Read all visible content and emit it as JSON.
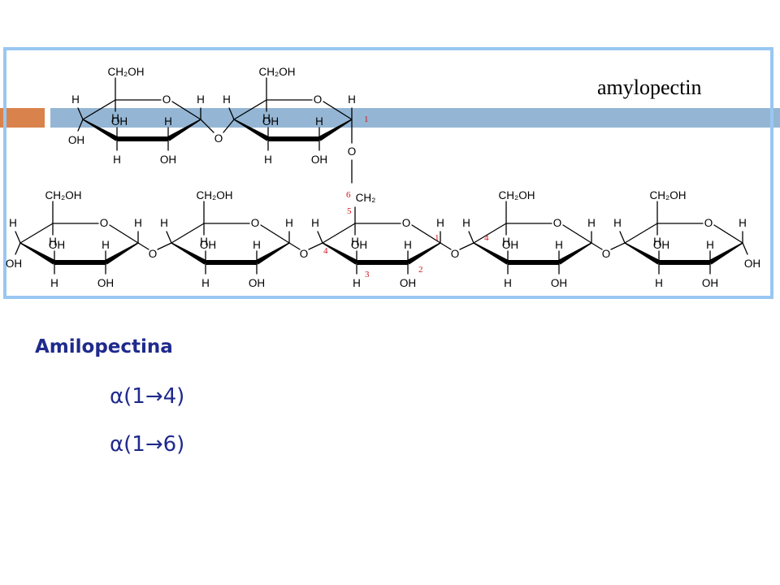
{
  "title": "Amilopectina",
  "molecule_label": "amylopectin",
  "linkages": [
    "α(1→4)",
    "α(1→6)"
  ],
  "atoms": {
    "ch2oh": "CH₂OH",
    "ch2": "CH₂",
    "oh": "OH",
    "h": "H",
    "o": "O"
  },
  "carbon_numbers": [
    "1",
    "6",
    "5",
    "4",
    "3",
    "2",
    "1",
    "4"
  ],
  "colors": {
    "title": "#1f2a8c",
    "frame": "#99c7f2",
    "accent_orange": "#d9824c",
    "accent_blue": "#94b6d4",
    "carbon_numbers": "#d2141e"
  }
}
